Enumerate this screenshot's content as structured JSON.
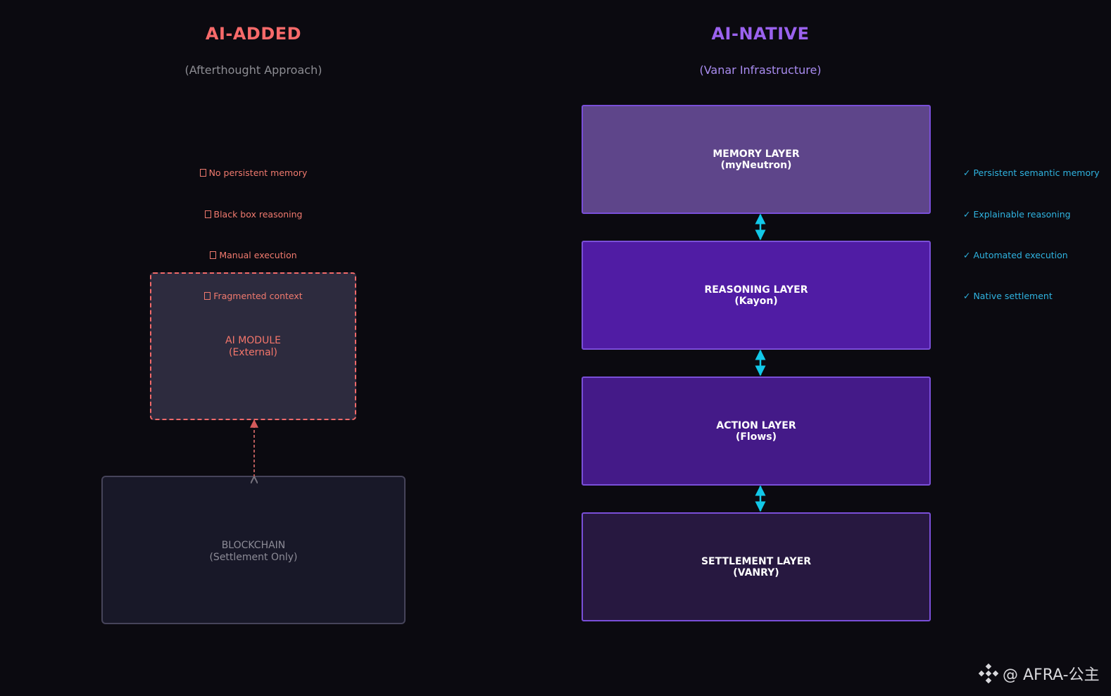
{
  "left": {
    "title": "AI-ADDED",
    "subtitle": "(Afterthought Approach)",
    "bullets": [
      "No persistent memory",
      "Black box reasoning",
      "Manual execution",
      "Fragmented context"
    ],
    "ai_module": {
      "line1": "AI MODULE",
      "line2": "(External)"
    },
    "blockchain": {
      "line1": "BLOCKCHAIN",
      "line2": "(Settlement Only)"
    }
  },
  "right": {
    "title": "AI-NATIVE",
    "subtitle": "(Vanar Infrastructure)",
    "layers": [
      {
        "line1": "MEMORY LAYER",
        "line2": "(myNeutron)",
        "fill": "#5e458a"
      },
      {
        "line1": "REASONING LAYER",
        "line2": "(Kayon)",
        "fill": "#501ca4"
      },
      {
        "line1": "ACTION LAYER",
        "line2": "(Flows)",
        "fill": "#441a88"
      },
      {
        "line1": "SETTLEMENT LAYER",
        "line2": "(VANRY)",
        "fill": "#271840"
      }
    ],
    "benefits": [
      "✓ Persistent semantic memory",
      "✓ Explainable reasoning",
      "✓ Automated execution",
      "✓ Native settlement"
    ]
  },
  "watermark": {
    "text": "@ AFRA-公主",
    "icon": "binance-logo-icon"
  },
  "colors": {
    "background": "#0b0a10",
    "left_accent": "#f76a6a",
    "right_accent": "#9b62ee",
    "connector": "#12c8e8",
    "layer_border": "#7a4fd9"
  }
}
